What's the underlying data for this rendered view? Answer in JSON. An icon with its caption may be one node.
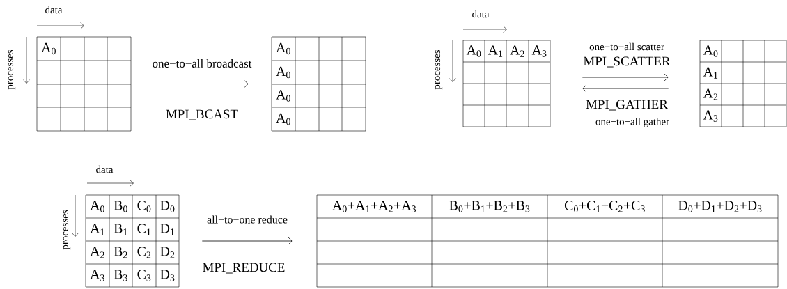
{
  "diagram": {
    "nodes": [
      {
        "text": [
          "A$_{0}$"
        ]
      },
      {
        "text": [
          "A$_{0}$",
          "A$_{0}$",
          "A$_{0}$",
          "A$_{0}$"
        ]
      },
      {
        "text": [
          "A$_{0}$",
          "A$_{1}$",
          "A$_{2}$",
          "A$_{3}$"
        ]
      },
      {
        "text": [
          "A$_{0}$",
          "A$_{1}$",
          "A$_{2}$",
          "A$_{3}$"
        ]
      },
      {
        "text": [
          "A$_{0}$",
          "B$_{0}$",
          "C$_{0}$",
          "D$_{0}$",
          "A$_{1}$",
          "B$_{1}$",
          "C$_{1}$",
          "D$_{1}$",
          "A$_{2}$",
          "B$_{2}$",
          "C$_{2}$",
          "D$_{2}$",
          "A$_{3}$",
          "B$_{3}$",
          "C$_{3}$",
          "D$_{3}$"
        ]
      },
      {
        "text": [
          "A$_{0}$+A$_{1}$+A$_{2}$+A$_{3}$",
          "B$_{0}$+B$_{1}$+B$_{2}$+B$_{3}$",
          "C$_{0}$+C$_{1}$+C$_{2}$+C$_{3}$",
          "D$_{0}$+D$_{1}$+D$_{2}$+D$_{3}$"
        ]
      }
    ],
    "edges": [
      {
        "from": 0,
        "to": 1,
        "arrow": "to",
        "label": "one−to−all broadcast"
      },
      {
        "from": 2,
        "to": 3,
        "arrow": "to",
        "label": "one−to−all scatter"
      },
      {
        "from": 3,
        "to": 2,
        "arrow": "to",
        "label": "one−to−all gather"
      },
      {
        "from": 4,
        "to": 5,
        "arrow": "to",
        "label": "all−to−one reduce"
      }
    ],
    "labels": [
      "data",
      "processes",
      "MPI_BCAST",
      "data",
      "processes",
      "MPI_SCATTER",
      "MPI_GATHER",
      "data",
      "processes",
      "MPI_REDUCE"
    ]
  }
}
